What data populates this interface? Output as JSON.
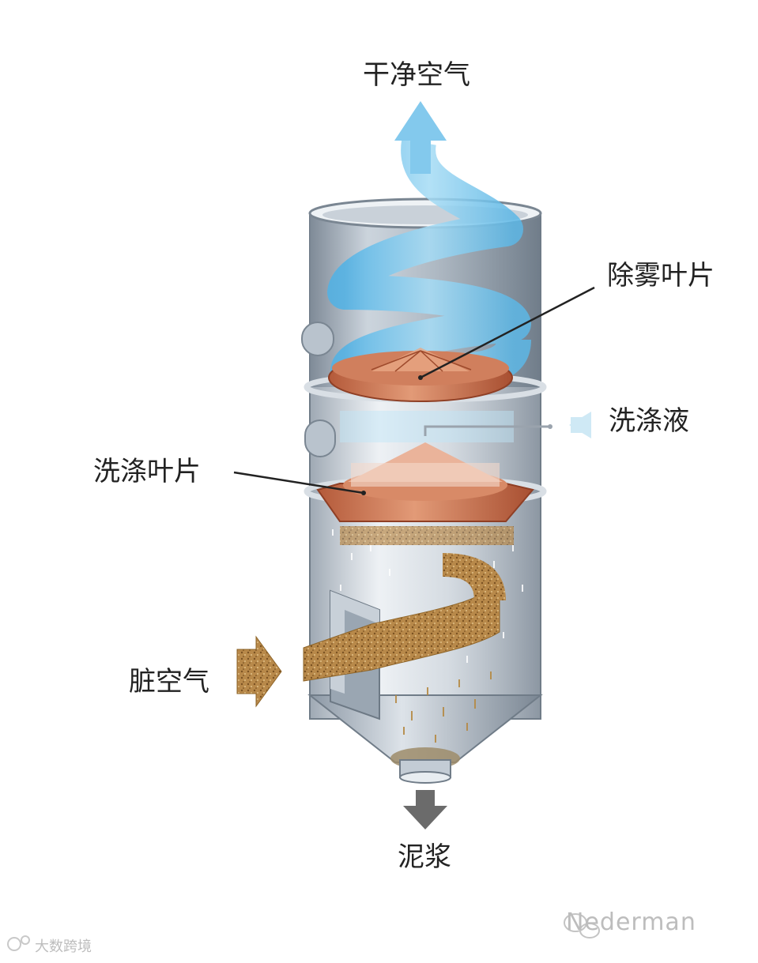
{
  "labels": {
    "clean_air": "干净空气",
    "demister_blade": "除雾叶片",
    "wash_liquid": "洗涤液",
    "wash_blade": "洗涤叶片",
    "dirty_air": "脏空气",
    "slurry": "泥浆"
  },
  "watermarks": {
    "brand": "Nederman",
    "site": "大数跨境"
  },
  "colors": {
    "tower": "#9aa6b2",
    "tower_light": "#d3dbe3",
    "tower_dark": "#6e7b88",
    "clean_flow": "#8fd0ef",
    "dirty_flow": "#b58a45",
    "blade": "#c8714f",
    "slurry_arrow": "#6b6b6b"
  }
}
